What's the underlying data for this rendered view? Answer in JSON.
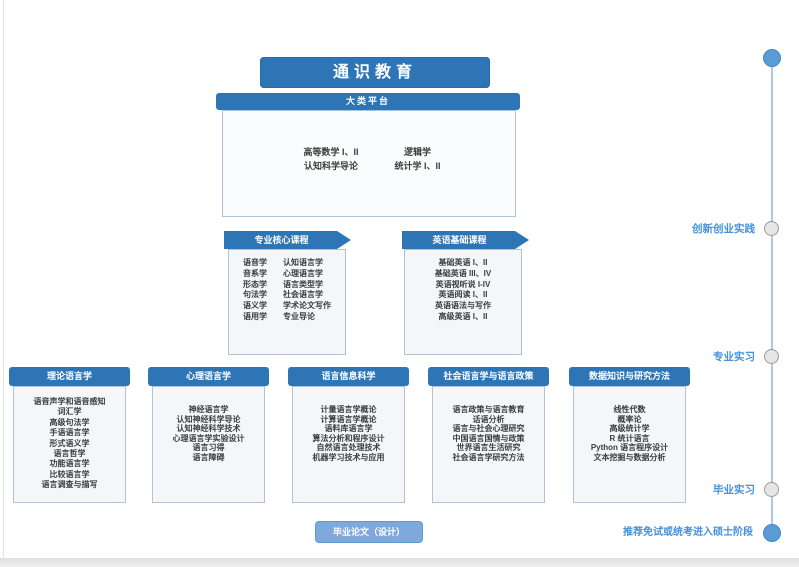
{
  "diagram": {
    "general_education": "通识教育",
    "platform": {
      "title": "大类平台",
      "col1": [
        "高等数学 I、II",
        "认知科学导论"
      ],
      "col2": [
        "逻辑学",
        "统计学 I、II"
      ]
    },
    "core": {
      "title": "专业核心课程",
      "col1": [
        "语音学",
        "音系学",
        "形态学",
        "句法学",
        "语义学",
        "语用学"
      ],
      "col2": [
        "认知语言学",
        "心理语言学",
        "语言类型学",
        "社会语言学",
        "学术论文写作",
        "专业导论"
      ]
    },
    "english": {
      "title": "英语基础课程",
      "items": [
        "基础英语 I、II",
        "基础英语 III、IV",
        "英语视听说 I-IV",
        "英语阅读 I、II",
        "英语语法与写作",
        "高级英语 I、II"
      ]
    },
    "tracks": [
      {
        "title": "理论语言学",
        "items": [
          "语音声学和语音感知",
          "词汇学",
          "高级句法学",
          "手语语言学",
          "形式语义学",
          "语言哲学",
          "功能语言学",
          "比较语言学",
          "语言调查与描写"
        ]
      },
      {
        "title": "心理语言学",
        "items": [
          "神经语言学",
          "认知神经科学导论",
          "认知神经科学技术",
          "心理语言学实验设计",
          "语言习得",
          "语言障碍"
        ]
      },
      {
        "title": "语言信息科学",
        "items": [
          "计量语言学概论",
          "计算语言学概论",
          "语料库语言学",
          "算法分析和程序设计",
          "自然语言处理技术",
          "机器学习技术与应用"
        ]
      },
      {
        "title": "社会语言学与语言政策",
        "items": [
          "语言政策与语言教育",
          "话语分析",
          "语言与社会心理研究",
          "中国语言国情与政策",
          "世界语言生活研究",
          "社会语言学研究方法"
        ]
      },
      {
        "title": "数据知识与研究方法",
        "items": [
          "线性代数",
          "概率论",
          "高级统计学",
          "R 统计语言",
          "Python 语言程序设计",
          "文本挖掘与数据分析"
        ]
      }
    ],
    "thesis": {
      "label": "毕业论文（设计）"
    },
    "timeline": {
      "milestones": [
        "创新创业实践",
        "专业实习",
        "毕业实习",
        "推荐免试或统考进入硕士阶段"
      ]
    }
  },
  "colors": {
    "primary_blue": "#2E75B6",
    "thesis_fill": "#7FA9DC",
    "node_blue": "#5B9BD5",
    "node_gray": "#E6E6E6",
    "label_blue": "#4791D9",
    "body_fill": "#F5F6F8",
    "body_border": "#AEC3D8"
  }
}
